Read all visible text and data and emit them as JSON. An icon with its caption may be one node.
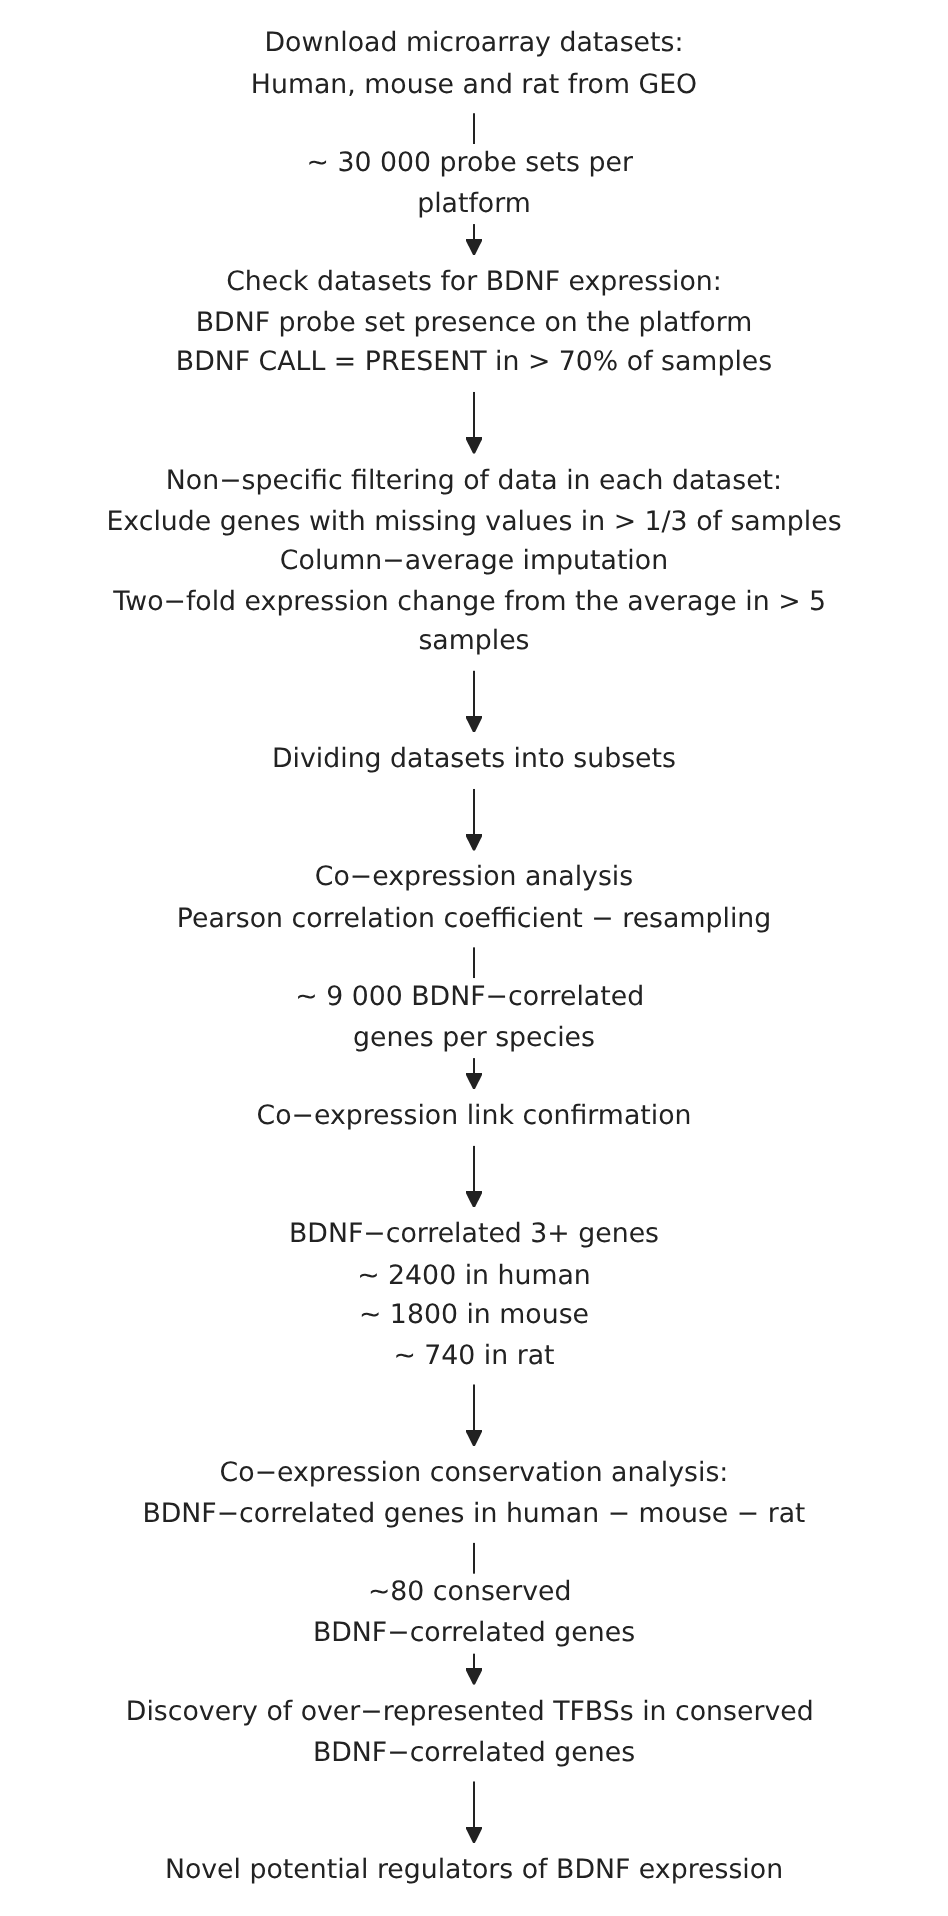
{
  "diagram": {
    "nodes": [
      {
        "text": [
          "Download microarray datasets:",
          "Human, mouse and rat from GEO"
        ]
      },
      {
        "text": [
          "Check datasets for BDNF expression:",
          "BDNF probe set presence on  the platform",
          "BDNF CALL = PRESENT in > 70% of samples"
        ]
      },
      {
        "text": [
          "Non−specific filtering of data in each dataset:",
          "Exclude genes with missing values in > 1/3 of samples",
          "Column−average imputation",
          "Two−fold expression change from the average in > 5 samples"
        ]
      },
      {
        "text": [
          "Dividing datasets into subsets"
        ]
      },
      {
        "text": [
          "Co−expression analysis",
          "Pearson correlation coefficient − resampling"
        ]
      },
      {
        "text": [
          "Co−expression link confirmation"
        ]
      },
      {
        "text": [
          "BDNF−correlated 3+ genes",
          "~ 2400 in human",
          "~ 1800 in mouse",
          "~ 740 in rat"
        ]
      },
      {
        "text": [
          "Co−expression conservation analysis:",
          "BDNF−correlated genes in human − mouse − rat"
        ]
      },
      {
        "text": [
          "Discovery of over−represented TFBSs in conserved BDNF−correlated genes"
        ]
      },
      {
        "text": [
          "Novel potential regulators of BDNF expression"
        ]
      }
    ],
    "edges": [
      {
        "from": 0,
        "to": 1,
        "arrow": "to",
        "label": "~ 30 000 probe sets per platform"
      },
      {
        "from": 1,
        "to": 2,
        "arrow": "to"
      },
      {
        "from": 2,
        "to": 3,
        "arrow": "to"
      },
      {
        "from": 3,
        "to": 4,
        "arrow": "to"
      },
      {
        "from": 4,
        "to": 5,
        "arrow": "to",
        "label": "~ 9 000 BDNF−correlated genes per species"
      },
      {
        "from": 5,
        "to": 6,
        "arrow": "to"
      },
      {
        "from": 6,
        "to": 7,
        "arrow": "to"
      },
      {
        "from": 7,
        "to": 8,
        "arrow": "to",
        "label": "~80 conserved BDNF−correlated genes"
      },
      {
        "from": 8,
        "to": 9,
        "arrow": "to"
      }
    ]
  }
}
